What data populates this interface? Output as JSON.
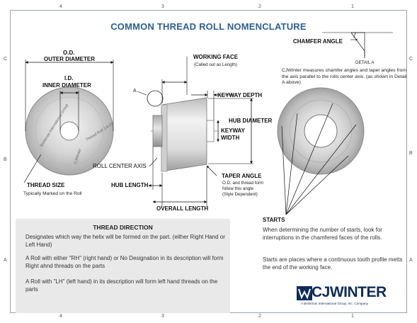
{
  "title": "COMMON THREAD ROLL NOMENCLATURE",
  "zones": {
    "top": [
      "4",
      "3",
      "2",
      "1"
    ],
    "bottom": [
      "4",
      "3",
      "2",
      "1"
    ],
    "left": [
      "C",
      "B",
      "A"
    ],
    "right": [
      "C",
      "B",
      "A"
    ]
  },
  "labels": {
    "od_line1": "O.D.",
    "od_line2": "OUTER DIAMETER",
    "id_line1": "I.D.",
    "id_line2": "INNER DIAMETER",
    "thread_size": "THREAD SIZE",
    "thread_size_note": "Typically Marked on the Roll",
    "roll_center_axis": "ROLL CENTER AXIS",
    "hub_length": "HUB LENGTH",
    "overall_length": "OVERALL LENGTH",
    "working_face": "WORKING FACE",
    "working_face_note": "(Called out as Length)",
    "keyway_depth": "KEYWAY DEPTH",
    "hub_diameter": "HUB DIAMETER",
    "keyway_width_1": "KEYWAY",
    "keyway_width_2": "WIDTH",
    "taper_angle": "TAPER ANGLE",
    "taper_note_1": "O.D. and thread form",
    "taper_note_2": "follow this angle",
    "taper_note_3": "(Style Dependent)",
    "detail_marker": "A",
    "chamfer_angle": "CHAMFER ANGLE",
    "detail_a": "DETAIL A",
    "chamfer_note": "CJWinter measures chamfer angles and taper angles from the axis parallel to the rolls center axis. (as shown in Detail A above)",
    "starts": "STARTS"
  },
  "roll_marking": {
    "line1": "Brinkman International Group",
    "line2": "CJWinter",
    "line3": "Thread Roll 1/4-20"
  },
  "thread_direction": {
    "heading": "THREAD DIRECTION",
    "p1": "Designates which way the helix will be formed on the part. (either Right Hand or Left Hand)",
    "p2": "A Roll with either \"RH\" (right hand) or No Designation in its description will form Right ahnd threads on the parts",
    "p3": "A Roll with \"LH\" (left hand) in its description will form left hand threads on the parts"
  },
  "starts_text": {
    "p1": "When determining the number of starts, look for interruptions in the chamfered faces of the rolls.",
    "p2": "Starts are places where a continuous tooth profile metts the end of the working face."
  },
  "logo": {
    "wordmark": "CJWINTER",
    "tagline": "A Brinkman International Group, Inc. Company"
  },
  "colors": {
    "title": "#2d5f93",
    "logo": "#0f2c5a",
    "panel": "#e9e9e9"
  }
}
